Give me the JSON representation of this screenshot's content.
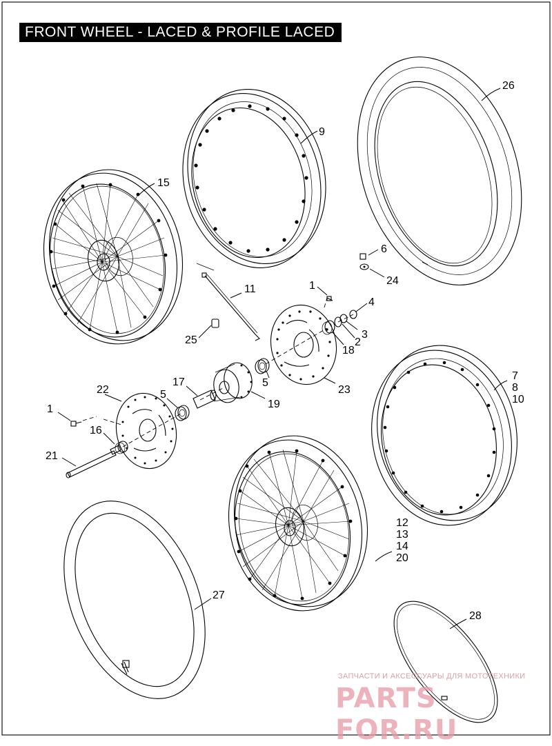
{
  "title": "FRONT WHEEL - LACED & PROFILE LACED",
  "callouts": {
    "c26": "26",
    "c9": "9",
    "c15": "15",
    "c6": "6",
    "c24": "24",
    "c11": "11",
    "c1a": "1",
    "c4": "4",
    "c3": "3",
    "c2": "2",
    "c18": "18",
    "c25": "25",
    "c5a": "5",
    "c23": "23",
    "c17": "17",
    "c22": "22",
    "c5b": "5",
    "c19": "19",
    "c7": "7",
    "c8": "8",
    "c10": "10",
    "c1b": "1",
    "c16": "16",
    "c21": "21",
    "c12": "12",
    "c13": "13",
    "c14": "14",
    "c20": "20",
    "c27": "27",
    "c28": "28"
  },
  "watermark": {
    "text": "ЗАПЧАСТИ И АКСЕССУАРЫ ДЛЯ МОТОТЕХНИКИ",
    "logo": "PARTS FOR.RU"
  },
  "colors": {
    "title_bg": "#000000",
    "title_fg": "#ffffff",
    "line": "#000000",
    "watermark": "#e89aa6"
  }
}
